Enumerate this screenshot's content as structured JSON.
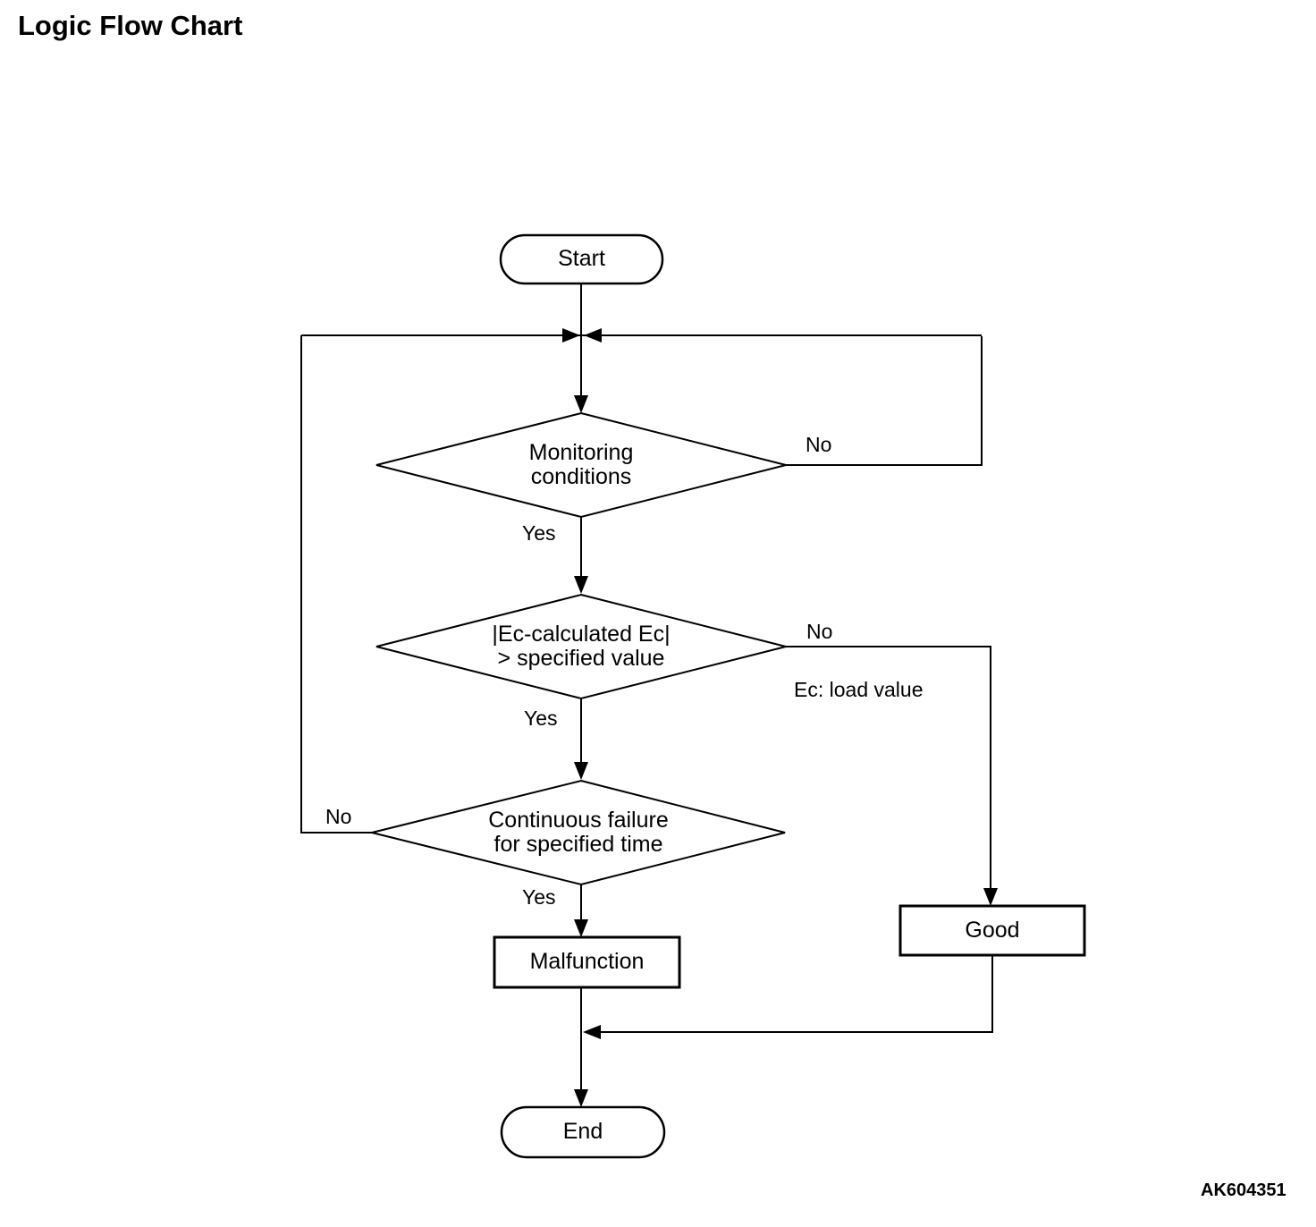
{
  "title": "Logic Flow Chart",
  "figure_code": "AK604351",
  "nodes": {
    "start": {
      "label": "Start"
    },
    "monitoring": {
      "line1": "Monitoring",
      "line2": "conditions"
    },
    "ec_check": {
      "line1": "|Ec-calculated Ec|",
      "line2": "> specified value"
    },
    "failure_time": {
      "line1": "Continuous failure",
      "line2": "for specified time"
    },
    "malfunction": {
      "label": "Malfunction"
    },
    "good": {
      "label": "Good"
    },
    "end": {
      "label": "End"
    }
  },
  "edge_labels": {
    "monitoring_no": "No",
    "monitoring_yes": "Yes",
    "ec_no": "No",
    "ec_yes": "Yes",
    "failure_no": "No",
    "failure_yes": "Yes"
  },
  "annotations": {
    "ec_note": "Ec: load value"
  }
}
